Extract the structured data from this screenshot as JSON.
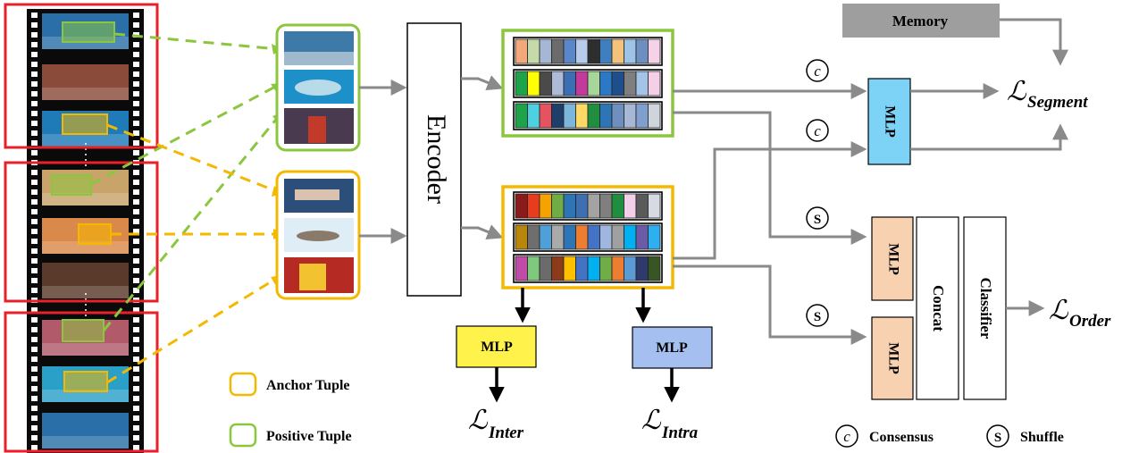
{
  "encoder": {
    "label": "Encoder"
  },
  "memory": {
    "label": "Memory"
  },
  "mlp_label": "MLP",
  "concat": {
    "label": "Concat"
  },
  "classifier": {
    "label": "Classifier"
  },
  "losses": {
    "script": "ℒ",
    "segment": "Segment",
    "order": "Order",
    "inter": "Inter",
    "intra": "Intra"
  },
  "symbols": {
    "consensus": "c",
    "shuffle": "S"
  },
  "legend": {
    "anchor_tuple": "Anchor Tuple",
    "positive_tuple": "Positive Tuple",
    "consensus": "Consensus",
    "shuffle": "Shuffle"
  },
  "colors": {
    "anchor": "#f5b800",
    "positive": "#8cc63f",
    "clip_box": "#e8202a",
    "arrow_gray": "#8a8a8a",
    "memory_fill": "#9e9e9e",
    "mlp_yellow": "#fff24a",
    "mlp_blue": "#a4bff0",
    "mlp_cyan": "#7dd3f5",
    "mlp_peach": "#f7d1b0",
    "frame_colors": [
      "#2b6fa8",
      "#8a4b3a",
      "#1e7bb8",
      "#c9a46a",
      "#d98a4a",
      "#5a3a2a",
      "#b05a6a",
      "#2aa0c8"
    ],
    "thumb_colors": [
      "#3d7aa8",
      "#1d8fc9",
      "#b83a3a",
      "#2c4f7a",
      "#9fd0e8",
      "#c23a2a"
    ]
  },
  "feature_grids": {
    "positive": [
      [
        "#f2a87a",
        "#c6d9a8",
        "#a6b7d6",
        "#6b6b6b",
        "#5b87c8",
        "#b7ccec",
        "#2e2e2e",
        "#3f7fbf",
        "#f4c27a",
        "#9dc3e6",
        "#6d8fbf",
        "#f6d2e8"
      ],
      [
        "#1fa34a",
        "#ffff00",
        "#4a4a4a",
        "#aebbd6",
        "#3b6eb3",
        "#c43a9c",
        "#a7d69a",
        "#2b78c5",
        "#1f4e8c",
        "#7f7f7f",
        "#a3c3e8",
        "#f5cfe8"
      ],
      [
        "#1fa34a",
        "#4fd0e0",
        "#e5535f",
        "#1f3f6b",
        "#7db6dd",
        "#ffd966",
        "#1f8f3f",
        "#2e75b6",
        "#6f8fbf",
        "#a7b7d6",
        "#7f9fcf",
        "#cfd5dd"
      ]
    ],
    "anchor": [
      [
        "#8b1a1a",
        "#e83c1e",
        "#f5a300",
        "#70ad47",
        "#2e75b6",
        "#3f6fb3",
        "#a3a3a3",
        "#7f7f7f",
        "#1f8f3f",
        "#f4cfe8",
        "#5a5a5a",
        "#d6dbe3"
      ],
      [
        "#b8860b",
        "#6e6e6e",
        "#4fa0d8",
        "#aaaaaa",
        "#2e75b6",
        "#ed7d31",
        "#4472c4",
        "#9fb7df",
        "#a0a0a0",
        "#00b0f0",
        "#6a5aa8",
        "#2eb0f0"
      ],
      [
        "#c04ca8",
        "#7fc97f",
        "#6b6b6b",
        "#8b3a1a",
        "#ffc000",
        "#4472c4",
        "#00b0f0",
        "#70ad47",
        "#ed7d31",
        "#5b9bd5",
        "#2e3a6b",
        "#375623"
      ]
    ]
  }
}
